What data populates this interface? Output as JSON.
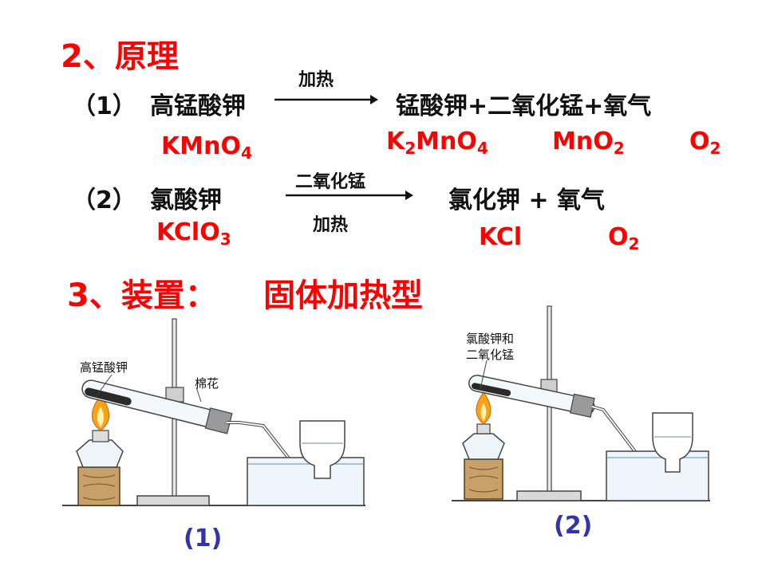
{
  "section2": {
    "title": "2、原理"
  },
  "reaction1": {
    "number": "（1）",
    "reactant": "高锰酸钾",
    "condition": "加热",
    "products": "锰酸钾+二氧化锰+氧气",
    "formula_reactant": {
      "main": "KMnO",
      "sub": "4"
    },
    "formula_p1": {
      "a": "K",
      "sub1": "2",
      "b": "MnO",
      "sub2": "4"
    },
    "formula_p2": {
      "main": "MnO",
      "sub": "2"
    },
    "formula_p3": {
      "main": "O",
      "sub": "2"
    }
  },
  "reaction2": {
    "number": "（2）",
    "reactant": "氯酸钾",
    "catalyst": "二氧化锰",
    "condition": "加热",
    "products": "氯化钾 + 氧气",
    "formula_reactant": {
      "main": "KClO",
      "sub": "3"
    },
    "formula_p1": "KCl",
    "formula_p2": {
      "main": "O",
      "sub": "2"
    }
  },
  "section3": {
    "title": "3、装置：",
    "type": "固体加热型"
  },
  "figure1": {
    "label_reagent": "高锰酸钾",
    "label_cotton": "棉花",
    "caption": "(1)"
  },
  "figure2": {
    "label_reagent_line1": "氯酸钾和",
    "label_reagent_line2": "二氧化锰",
    "caption": "(2)"
  },
  "colors": {
    "red": "#ff0000",
    "black": "#111111",
    "caption_blue": "#3333aa"
  }
}
